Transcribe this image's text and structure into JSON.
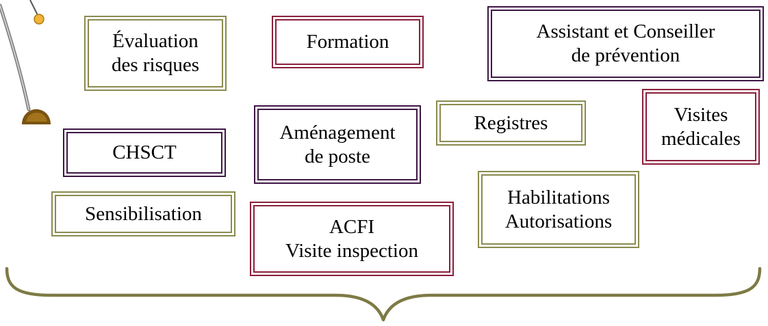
{
  "colors": {
    "olive": "#8a8a4f",
    "red": "#8b1e3b",
    "purple": "#3e1645",
    "brace": "#7e7a45"
  },
  "boxes": {
    "evaluation": "Évaluation\ndes risques",
    "formation": "Formation",
    "assistant": "Assistant et Conseiller\nde prévention",
    "registres": "Registres",
    "visites_medicales": "Visites\nmédicales",
    "chsct": "CHSCT",
    "amenagement": "Aménagement\nde poste",
    "habilitations": "Habilitations\nAutorisations",
    "sensibilisation": "Sensibilisation",
    "acfi": "ACFI\nVisite inspection"
  }
}
